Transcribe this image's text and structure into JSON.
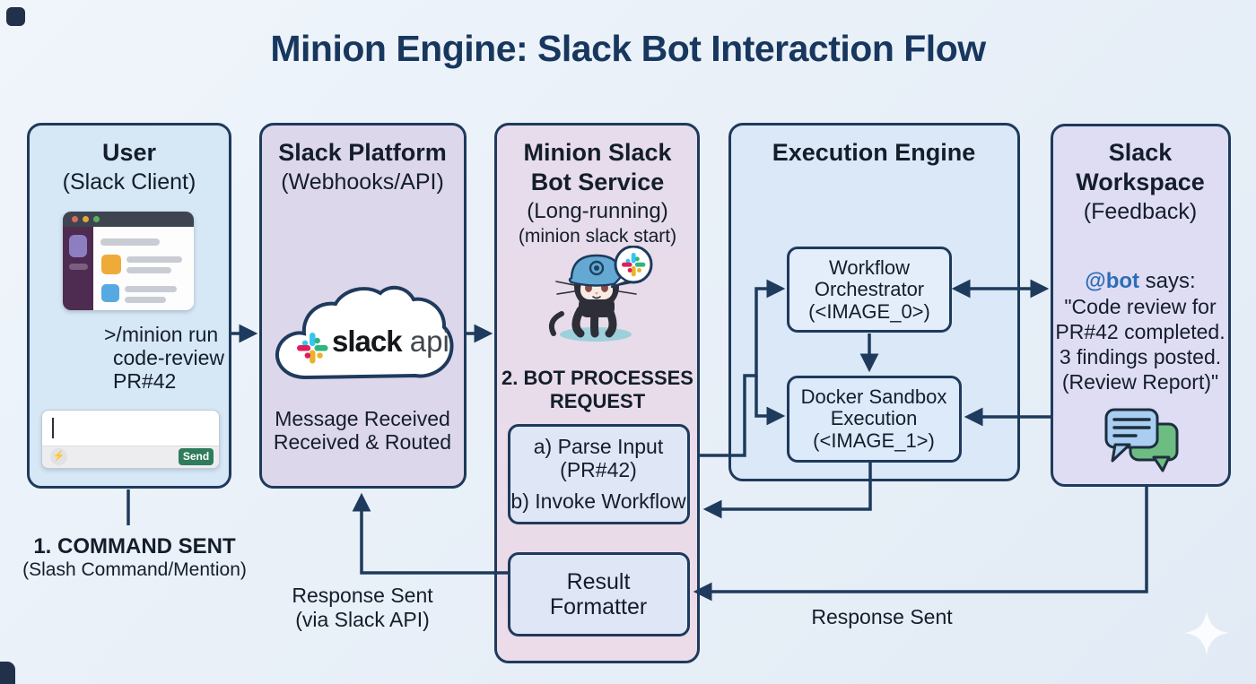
{
  "title": "Minion Engine: Slack Bot Interaction Flow",
  "columns": {
    "user": {
      "title": "User",
      "subtitle": "(Slack Client)",
      "command": [
        ">/minion run",
        "code-review",
        "PR#42"
      ],
      "send_label": "Send",
      "caption_title": "1. COMMAND SENT",
      "caption_sub": "(Slash Command/Mention)"
    },
    "platform": {
      "title": "Slack Platform",
      "subtitle": "(Webhooks/API)",
      "cloud_brand": "slack",
      "cloud_suffix": "api",
      "status_line1": "Message Received",
      "status_line2": "Received & Routed"
    },
    "bot": {
      "title_line1": "Minion Slack",
      "title_line2": "Bot Service",
      "subtitle1": "(Long-running)",
      "subtitle2": "(minion slack start)",
      "step_line1": "2. BOT PROCESSES",
      "step_line2": "REQUEST",
      "parse_a": "a) Parse Input",
      "parse_a2": "(PR#42)",
      "parse_b": "b) Invoke Workflow",
      "result_line1": "Result",
      "result_line2": "Formatter"
    },
    "engine": {
      "title": "Execution Engine",
      "orchestrator_line1": "Workflow",
      "orchestrator_line2": "Orchestrator",
      "orchestrator_line3": "(<IMAGE_0>)",
      "docker_line1": "Docker Sandbox",
      "docker_line2": "Execution",
      "docker_line3": "(<IMAGE_1>)"
    },
    "workspace": {
      "title_line1": "Slack",
      "title_line2": "Workspace",
      "subtitle": "(Feedback)",
      "bot_handle": "@bot",
      "says": " says:",
      "message": [
        "\"Code review for",
        "PR#42 completed.",
        "3 findings posted.",
        "(Review Report)\""
      ]
    }
  },
  "labels": {
    "response_left_line1": "Response Sent",
    "response_left_line2": "(via Slack API)",
    "response_right": "Response Sent"
  },
  "colors": {
    "accent_navy": "#1e3a5c",
    "bot_handle_blue": "#2f6db5",
    "send_green": "#2f7c5d",
    "slack_blue": "#36C5F0",
    "slack_green": "#2EB67D",
    "slack_yellow": "#ECB22E",
    "slack_red": "#E01E5A"
  }
}
